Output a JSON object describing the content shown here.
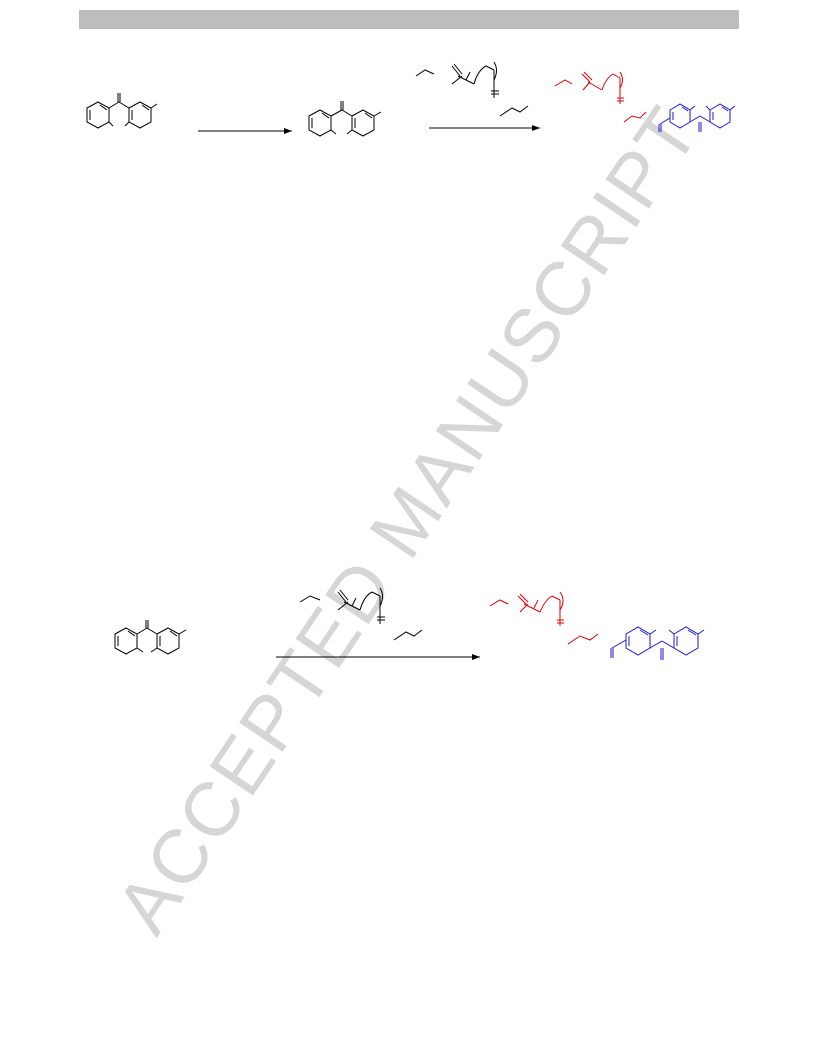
{
  "page": {
    "watermark_text": "ACCEPTED MANUSCRIPT"
  },
  "colors": {
    "header_bar": "#bdbdbd",
    "watermark": "#d6d6d6",
    "polymer_segment": "#e00000",
    "aromatic_segment": "#1a1acc"
  },
  "schemes": [
    {
      "name": "scheme-top",
      "steps": 2
    },
    {
      "name": "scheme-bottom",
      "steps": 1
    }
  ]
}
